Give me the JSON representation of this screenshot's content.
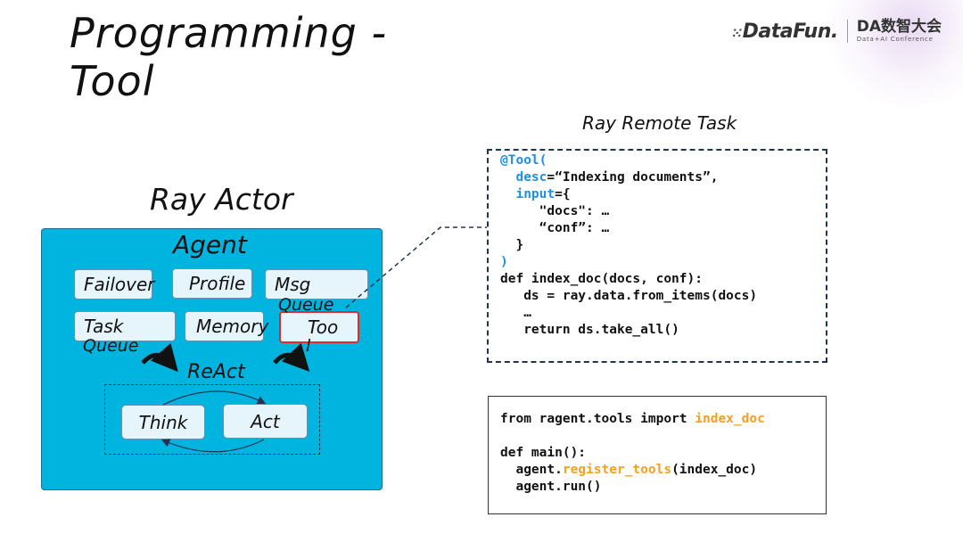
{
  "slide": {
    "title": "Programming - Tool",
    "logo": {
      "brand": "DataFun.",
      "conference_cn": "DA数智大会",
      "conference_en": "Data+AI Conference"
    }
  },
  "actor": {
    "label": "Ray Actor",
    "agent_label": "Agent",
    "modules": {
      "failover": "Failover",
      "profile": "Profile",
      "msg_queue": "Msg",
      "msg_queue_overflow": "Queue",
      "task_queue": "Task",
      "task_queue_overflow": "Queue",
      "memory": "Memory",
      "tool": "Too",
      "tool_overflow": "l"
    },
    "react_label": "ReAct",
    "think": "Think",
    "act": "Act",
    "highlight_color": "#e02b2b",
    "box_color": "#00b4e0"
  },
  "remote_task": {
    "label": "Ray Remote Task",
    "code": {
      "decorator": "@Tool(",
      "desc_key": "desc",
      "desc_val": "=“Indexing documents”,",
      "input_key": "input",
      "input_val": "={",
      "docs_line": "\"docs\": …",
      "conf_line": "“conf”: …",
      "close_brace": "}",
      "close_paren": ")",
      "def_line": "def index_doc(docs, conf):",
      "ds_line": "ds = ray.data.from_items(docs)",
      "ellipsis": "…",
      "return_line": "return ds.take_all()"
    }
  },
  "main_code": {
    "import_prefix": "from ragent.tools import ",
    "import_name": "index_doc",
    "def_line": "def main():",
    "agent_obj": "agent.",
    "register_call": "register_tools",
    "register_args": "(index_doc)",
    "run_line": "agent.run()"
  }
}
